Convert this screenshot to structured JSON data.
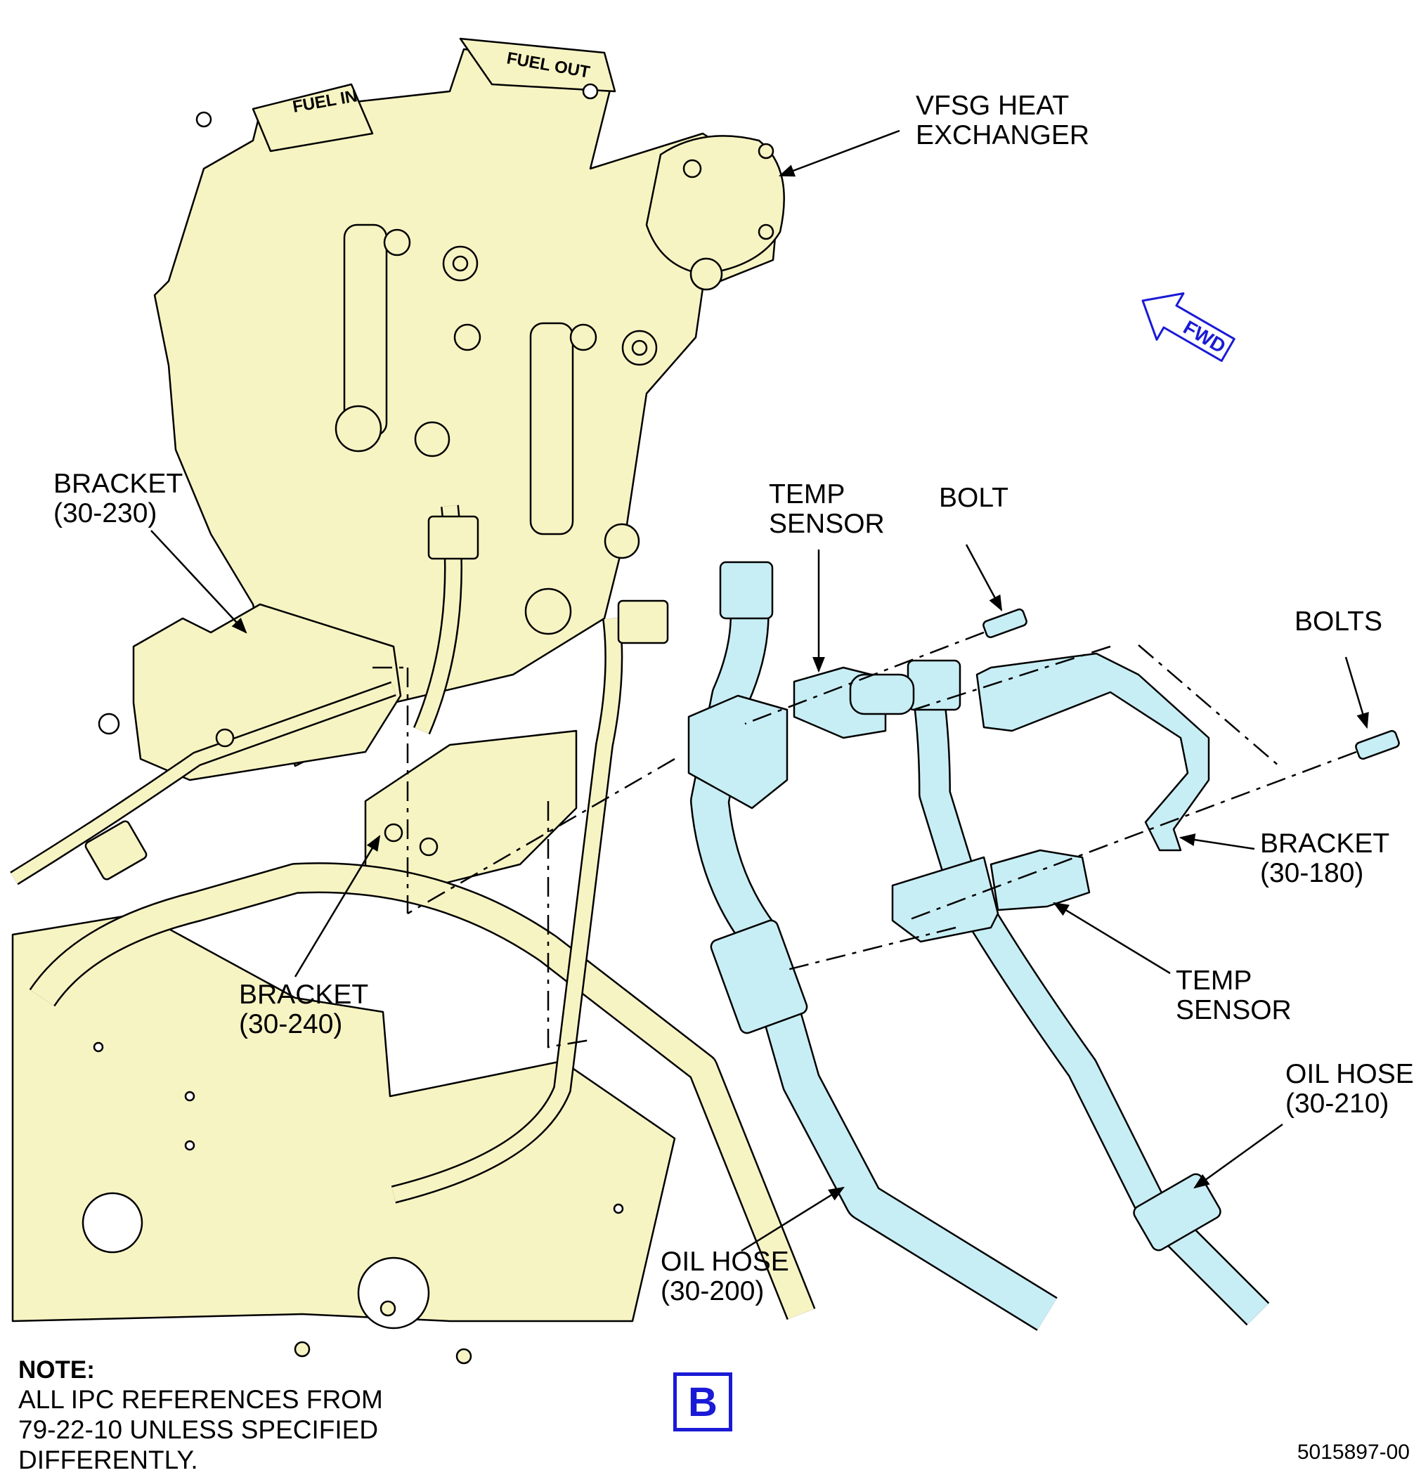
{
  "colors": {
    "part_fill": "#f7f4c3",
    "highlight_fill": "#c8eef5",
    "accent": "#1a1ad6",
    "stroke": "#000000"
  },
  "engine_markings": {
    "fuel_in": "FUEL IN",
    "fuel_out": "FUEL OUT"
  },
  "fwd_arrow": {
    "label": "FWD",
    "icon": "forward-arrow-icon"
  },
  "callouts": {
    "vfsg_heat_exchanger": [
      "VFSG HEAT",
      "EXCHANGER"
    ],
    "bracket_30_230": [
      "BRACKET",
      "(30-230)"
    ],
    "temp_sensor_top": [
      "TEMP",
      "SENSOR"
    ],
    "bolt": [
      "BOLT"
    ],
    "bolts": [
      "BOLTS"
    ],
    "bracket_30_180": [
      "BRACKET",
      "(30-180)"
    ],
    "bracket_30_240": [
      "BRACKET",
      "(30-240)"
    ],
    "temp_sensor_bottom": [
      "TEMP",
      "SENSOR"
    ],
    "oil_hose_30_210": [
      "OIL HOSE",
      "(30-210)"
    ],
    "oil_hose_30_200": [
      "OIL HOSE",
      "(30-200)"
    ]
  },
  "note": {
    "title": "NOTE:",
    "lines": [
      "ALL IPC REFERENCES FROM",
      "79-22-10 UNLESS SPECIFIED",
      "DIFFERENTLY."
    ]
  },
  "view_label": "B",
  "figure_number": "5015897-00"
}
